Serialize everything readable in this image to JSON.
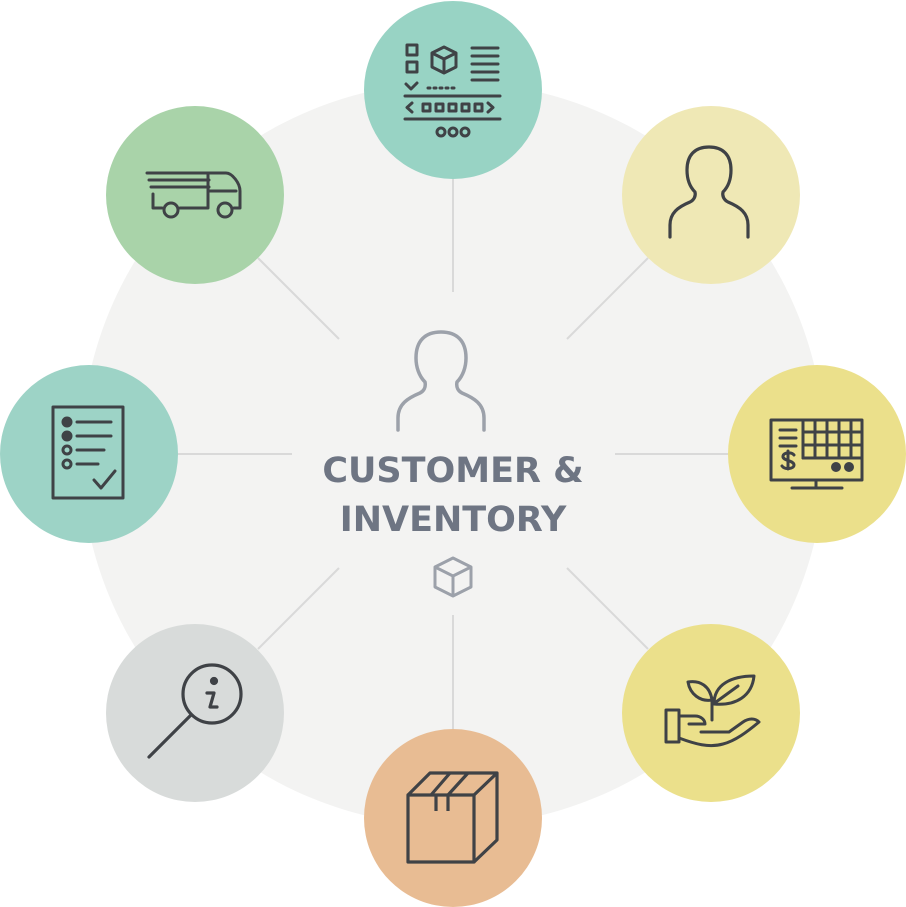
{
  "center": {
    "line1": "CUSTOMER &",
    "line2": "INVENTORY",
    "text_color": "#6e7583"
  },
  "colors": {
    "background_disc": "#f3f3f2",
    "connector": "#d9d9d9",
    "icon_stroke": "#3f4246",
    "center_icon_stroke": "#9ca1aa"
  },
  "nodes": [
    {
      "id": "manufacturing",
      "icon": "conveyor-belt-icon",
      "color": "#98d3c4"
    },
    {
      "id": "customer",
      "icon": "person-icon",
      "color": "#efe8b5"
    },
    {
      "id": "point-of-sale",
      "icon": "cash-register-icon",
      "color": "#ebe08b"
    },
    {
      "id": "sustainability",
      "icon": "hand-with-plant-icon",
      "color": "#ebe08b"
    },
    {
      "id": "product",
      "icon": "box-icon",
      "color": "#e8bc93"
    },
    {
      "id": "information",
      "icon": "info-magnifier-icon",
      "color": "#d8dbda"
    },
    {
      "id": "orders",
      "icon": "checklist-icon",
      "color": "#9dd3c6"
    },
    {
      "id": "shipping",
      "icon": "delivery-truck-icon",
      "color": "#a9d3a9"
    }
  ]
}
